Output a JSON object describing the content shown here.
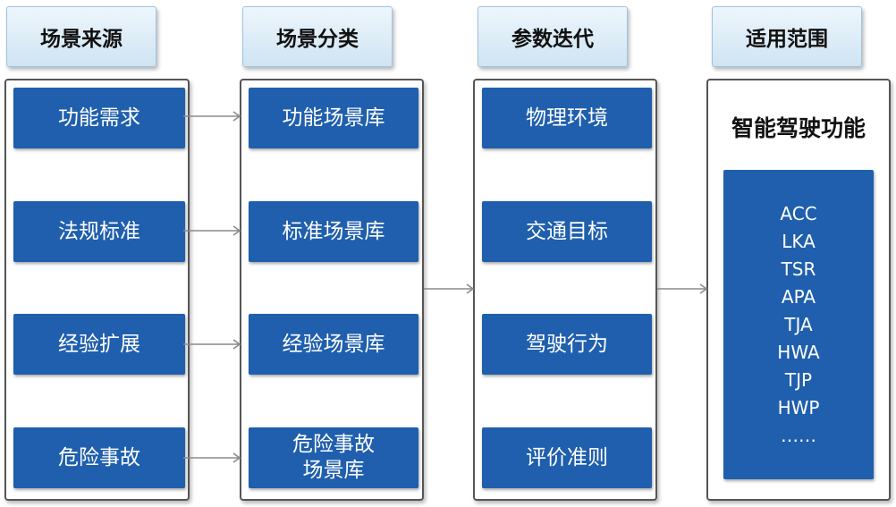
{
  "headers": [
    "场景来源",
    "场景分类",
    "参数迭代",
    "适用范围"
  ],
  "sources": [
    "功能需求",
    "法规标准",
    "经验扩展",
    "危险事故"
  ],
  "categories": [
    "功能场景库",
    "标准场景库",
    "经验场景库",
    "危险事故\n场景库"
  ],
  "parameters": [
    "物理环境",
    "交通目标",
    "驾驶行为",
    "评价准则"
  ],
  "scope": {
    "title": "智能驾驶功能",
    "items": [
      "ACC",
      "LKA",
      "TSR",
      "APA",
      "TJA",
      "HWA",
      "TJP",
      "HWP",
      "……"
    ]
  },
  "colors": {
    "box": "#1f5fad",
    "arrow": "#8a8a8a",
    "header_border": "#9fc3df"
  }
}
